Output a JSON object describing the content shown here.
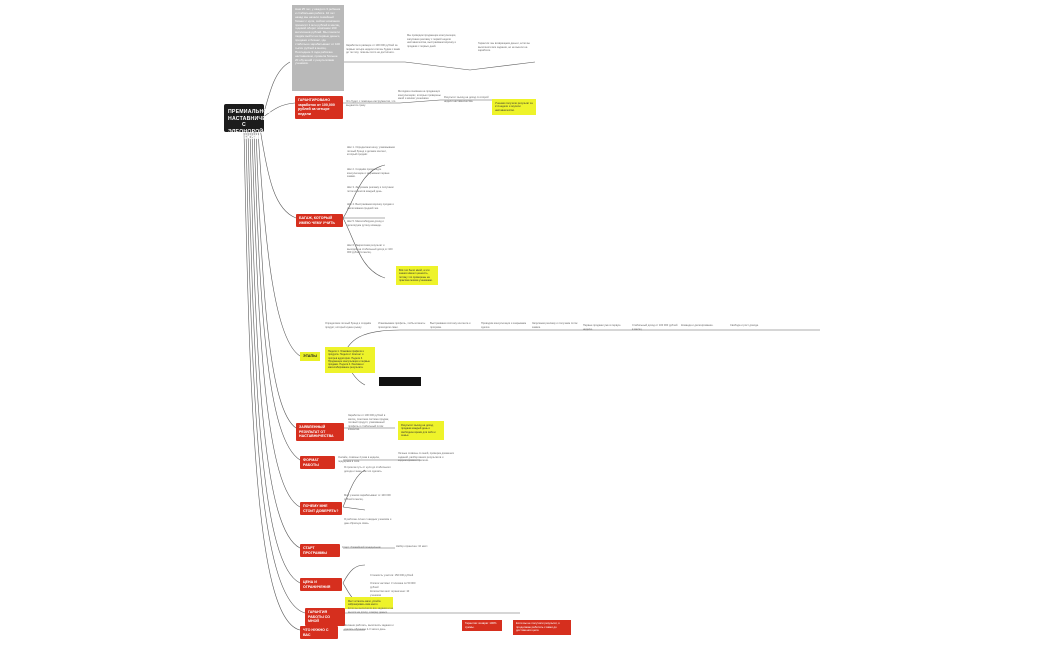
{
  "root": {
    "title": "ПРЕМИАЛЬНОЕ НАСТАВНИЧЕСТВО С ЭЛЕОНОРОЙ АВАНЕСЯН"
  },
  "branches": [
    {
      "id": "b1",
      "label": "ГАРАНТИРОВАНО заработок от 100,000 рублей за четыре недели"
    },
    {
      "id": "b2",
      "label": "БАГАЖ, КОТОРЫЙ ИМЕЮ ЧЕМУ УЧИТЬ"
    },
    {
      "id": "b3",
      "label": "ЭТАПЫ"
    },
    {
      "id": "b4",
      "label": "ЗАЯВЛЕННЫЙ РЕЗУЛЬТАТ ОТ НАСТАВНИЧЕСТВА"
    },
    {
      "id": "b5",
      "label": "ФОРМАТ РАБОТЫ"
    },
    {
      "id": "b6",
      "label": "ПОЧЕМУ МНЕ СТОИТ ДОВЕРЯТЬ?"
    },
    {
      "id": "b7",
      "label": "СТАРТ ПРОГРАММЫ"
    },
    {
      "id": "b8",
      "label": "ЦЕНА И ОГРАНИЧЕНИЯ"
    },
    {
      "id": "b9",
      "label": "ГАРАНТИЯ РАБОТЫ СО МНОЙ"
    },
    {
      "id": "b10",
      "label": "ЧТО НУЖНО С ВАС"
    }
  ],
  "grey_note": {
    "text": "Нам 25 лет, у каждого 3 ребенка и стабильная работа. 10 лет назад мы начали семейный бизнес с нуля, сейчас компания приносит 1 млн рублей в месяц, годовой оборот компании 160 миллионов рублей. Мы помогли людям выйти на первые деньги, продажи и бизнес, где стабильно зарабатывают от 100 тысяч рублей в месяц. Последние 3 года работаю наставником, провела больше 20 обучений с результатами учеников."
  },
  "notes": {
    "top_row": [
      "Заработок в размере от 100 000 рублей за первые четыре недели или мы будем с вами до тех пор, пока вы этого не достигнете.",
      "Мы проводим продающие консультации, запускаем рекламу с первой недели наставничества, выстраиваем воронку и продажи с первых дней.",
      "Гарантия: мы возвращаем деньги, если вы выполнили все задания, но не вышли на заработок."
    ],
    "b1_row": [
      "Это будет, с помощью инструментов, что выдаются сразу.",
      "Методика основана на продающих консультациях, которые проверены мной и моими учениками.",
      "Результат: выход на доход со второй недели наставничества.",
      "Ученики получили результат за 2-4 недели и окупили наставничество."
    ],
    "b2_items": [
      "Шаг 1. Определяем нишу, упаковываем личный бренд и делаем контент, который продаёт.",
      "Шаг 2. Создаём продающую консультацию и закрываем первые заявки.",
      "Шаг 3. Запускаем рекламу и получаем поток клиентов каждый день.",
      "Шаг 4. Выстраиваем воронку продаж и увеличиваем средний чек.",
      "Шаг 5. Масштабируем доход и делегируем рутину команде.",
      "Шаг 6. Закрепляем результат и выходим на стабильный доход от 100 000 рублей в месяц."
    ],
    "b2_highlight": "Всё это было мной, а эти знания имеют ценность, потому что проверены на практике моими учениками.",
    "b3_list": "Неделя 1. Упаковка профиля и продукта. Неделя 2. Контент и прогрев аудитории. Неделя 3. Продающие консультации и первые продажи. Неделя 4. Реклама и масштабирование результата.",
    "b3_chain": [
      "Определяем личный бренд и создаём продукт, который нужен рынку.",
      "Упаковываем профиль, чтобы клиенты приходили сами.",
      "Выстраиваем систему контента и прогрева.",
      "Проводим консультации и закрываем сделки.",
      "Запускаем рекламу и получаем поток заявок.",
      "Первые продажи уже в первую неделю.",
      "Стабильный доход от 100 000 рублей в месяц.",
      "Команда и делегирование.",
      "Свобода и рост дохода."
    ],
    "b4_text": "Заработок от 100 000 рублей в месяц, понятная система продаж, готовый продукт, упакованный профиль и стабильный поток клиентов.",
    "b4_highlight": "Результат: выход на доход, продажи каждый день и свободное время для себя и семьи.",
    "b5_left": "Онлайн, созвоны 2 раза в неделю, поддержка в чате.",
    "b5_right": "Личные созвоны со мной, проверка домашних заданий, разбор ваших результатов и корректировка стратегии.",
    "b6_items": [
      "Я прошла путь от нуля до стабильного дохода и знаю, как это сделать.",
      "Мои ученики зарабатывают от 100 000 рублей в месяц.",
      "Я работаю лично с каждым учеником и даю обратную связь."
    ],
    "b7_left": "Старт: ближайший понедельник.",
    "b7_right": "Набор ограничен: 10 мест.",
    "b8_options": [
      "Стоимость участия: 150 000 рублей",
      "Оплата частями: 3 платежа по 50 000 рублей",
      "Количество мест ограничено: 10 учеников"
    ],
    "b8_highlight": "Мест осталось мало, успейте забронировать своё место.",
    "b9_left": "Если вы выполнили все задания и не вышли на доход, я верну деньги.",
    "b9_red": "Гарантия: возврат 100% суммы.",
    "b9_red2": "Если вы не получили результат, я продолжаю работать с вами до достижения цели.",
    "b10_text": "Желание работать, выполнять задания и уделять обучению 2-3 часа в день."
  }
}
